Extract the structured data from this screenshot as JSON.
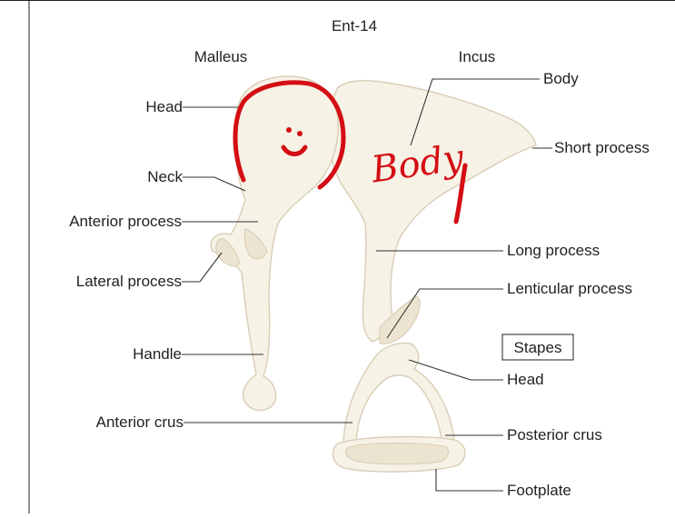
{
  "figure_id": "Ent-14",
  "headings": {
    "malleus": "Malleus",
    "incus": "Incus",
    "stapes": "Stapes"
  },
  "malleus_labels": {
    "head": "Head",
    "neck": "Neck",
    "anterior_process": "Anterior process",
    "lateral_process": "Lateral process",
    "handle": "Handle"
  },
  "incus_labels": {
    "body": "Body",
    "short_process": "Short process",
    "long_process": "Long process",
    "lenticular_process": "Lenticular process"
  },
  "stapes_labels": {
    "head": "Head",
    "anterior_crus": "Anterior crus",
    "posterior_crus": "Posterior crus",
    "footplate": "Footplate"
  },
  "annotation": {
    "handwritten_text": "Body",
    "ink_color": "#d40e14",
    "doodle": "smiley-face"
  }
}
